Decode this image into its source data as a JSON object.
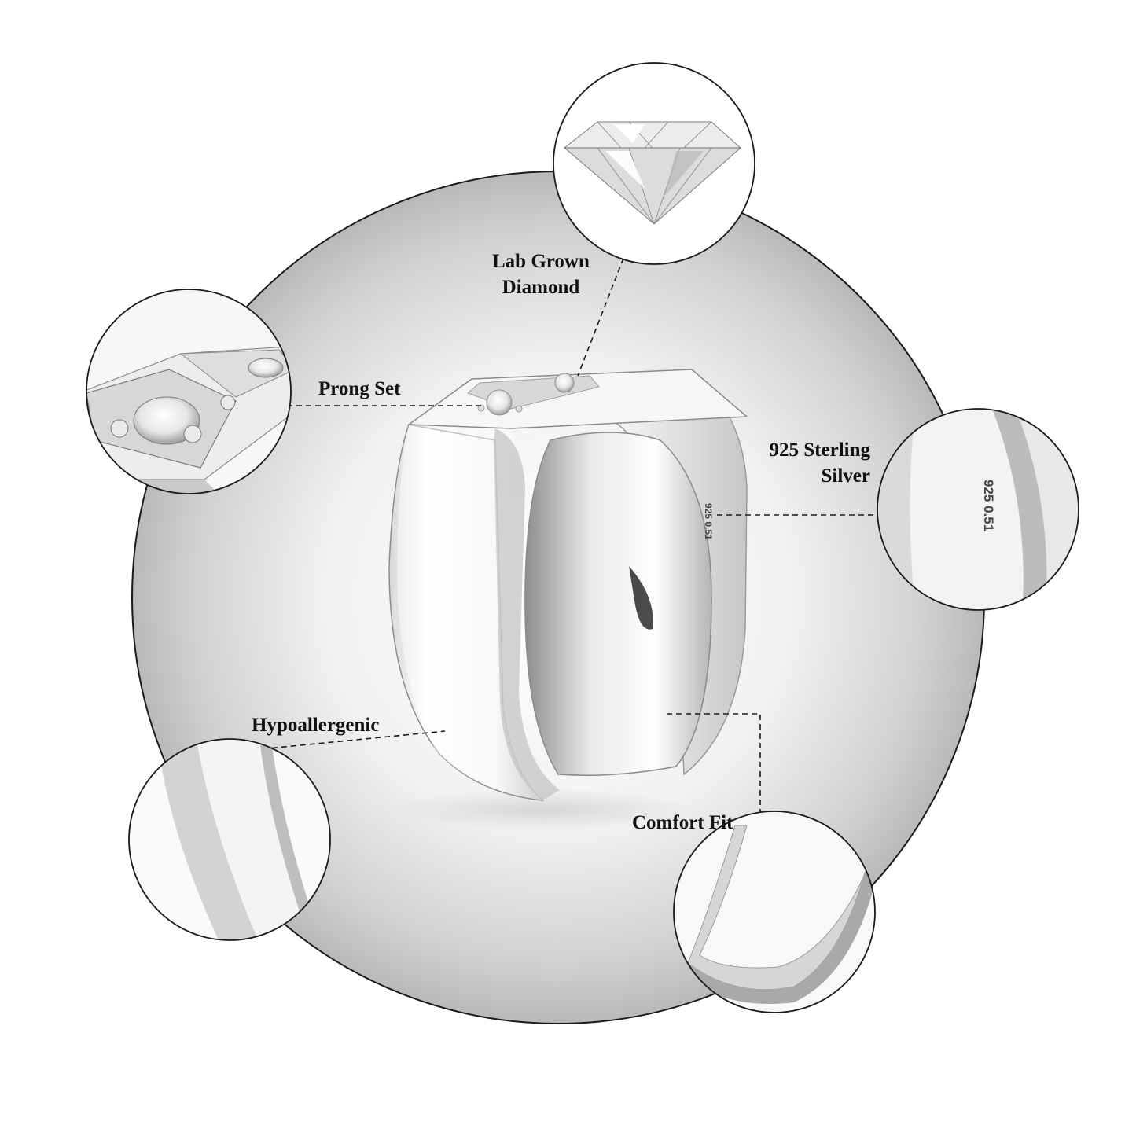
{
  "features": {
    "lab_grown_diamond": {
      "line1": "Lab Grown",
      "line2": "Diamond"
    },
    "prong_set": {
      "text": "Prong Set"
    },
    "sterling_silver": {
      "line1": "925 Sterling",
      "line2": "Silver"
    },
    "hypoallergenic": {
      "text": "Hypoallergenic"
    },
    "comfort_fit": {
      "text": "Comfort Fit"
    }
  },
  "ring": {
    "hallmark": "925 0.51"
  },
  "colors": {
    "backdrop_light": "#ffffff",
    "backdrop_dark": "#b9b9b9",
    "metal_light": "#fbfbfb",
    "metal_shadow": "#9a9a9a",
    "outline": "#1a1a1a",
    "text": "#111111"
  }
}
